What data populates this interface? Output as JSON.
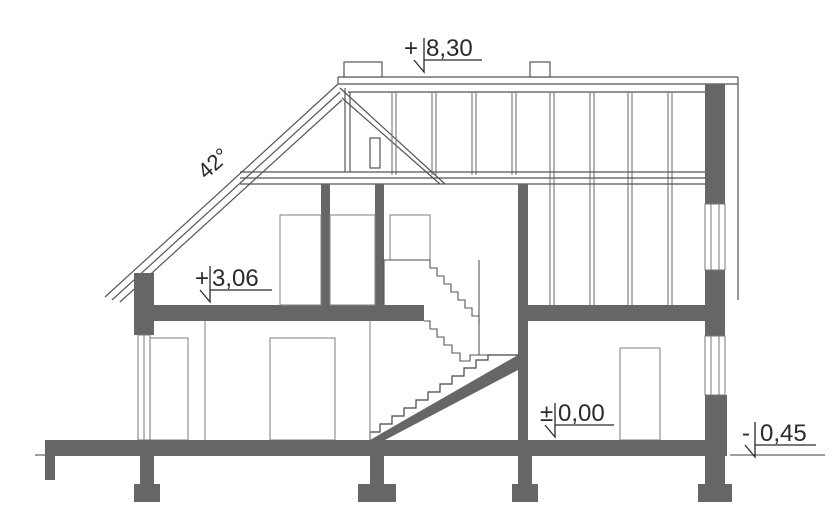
{
  "section": {
    "roof_pitch_label": "42°",
    "levels": {
      "ridge": {
        "sign": "+",
        "value": "8,30"
      },
      "attic_floor": {
        "sign": "+",
        "value": "3,06"
      },
      "ground_floor": {
        "sign": "±",
        "value": "0,00"
      },
      "terrain": {
        "sign": "-",
        "value": "0,45"
      }
    },
    "colors": {
      "wall": "#666666",
      "line": "#2a2a2a",
      "light_line": "#8a8a8a",
      "background": "#ffffff"
    }
  }
}
